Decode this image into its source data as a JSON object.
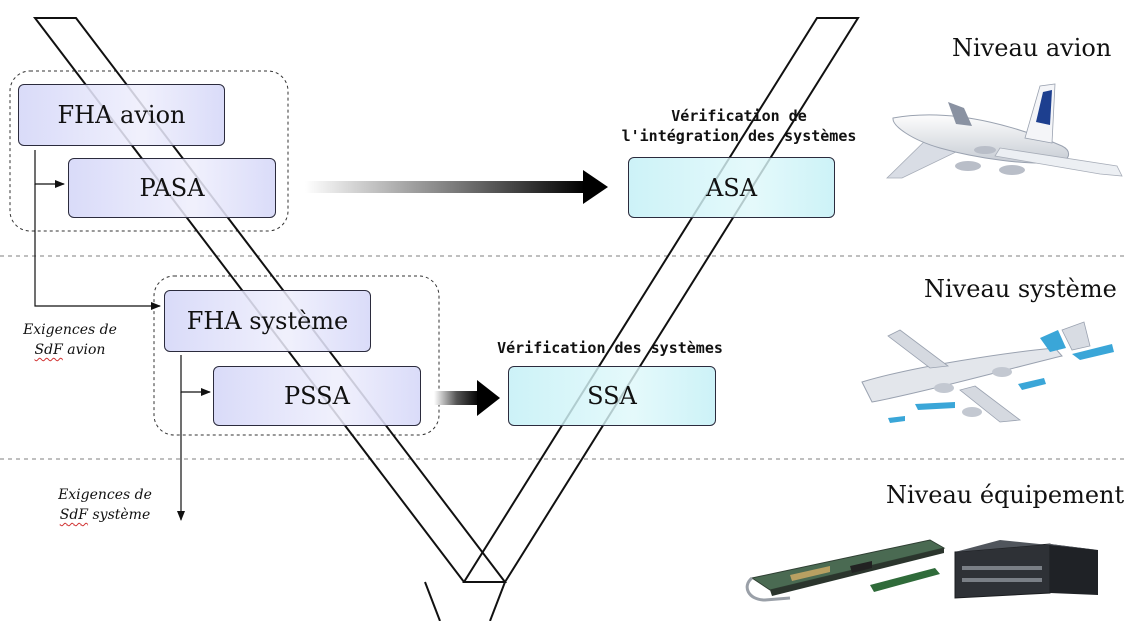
{
  "boxes": {
    "fha_avion": "FHA avion",
    "pasa": "PASA",
    "fha_systeme": "FHA système",
    "pssa": "PSSA",
    "asa": "ASA",
    "ssa": "SSA"
  },
  "verifications": {
    "integration_line1": "Vérification de",
    "integration_line2": "l'intégration des systèmes",
    "systemes": "Vérification des systèmes"
  },
  "levels": {
    "avion": "Niveau avion",
    "systeme": "Niveau système",
    "equipement": "Niveau équipement"
  },
  "requirements": {
    "avion_line1": "Exigences de",
    "avion_sdf": "SdF",
    "avion_rest": " avion",
    "systeme_line1": "Exigences de",
    "systeme_sdf": "SdF",
    "systeme_rest": " système"
  },
  "icons": [
    "airplane-image",
    "exploded-aircraft-image",
    "equipment-image"
  ],
  "colors": {
    "left_box_fill": "#dcdcf8",
    "right_box_fill": "#cdf2f6",
    "outline": "#2b2b3d",
    "sdf_underline": "#d03030"
  }
}
